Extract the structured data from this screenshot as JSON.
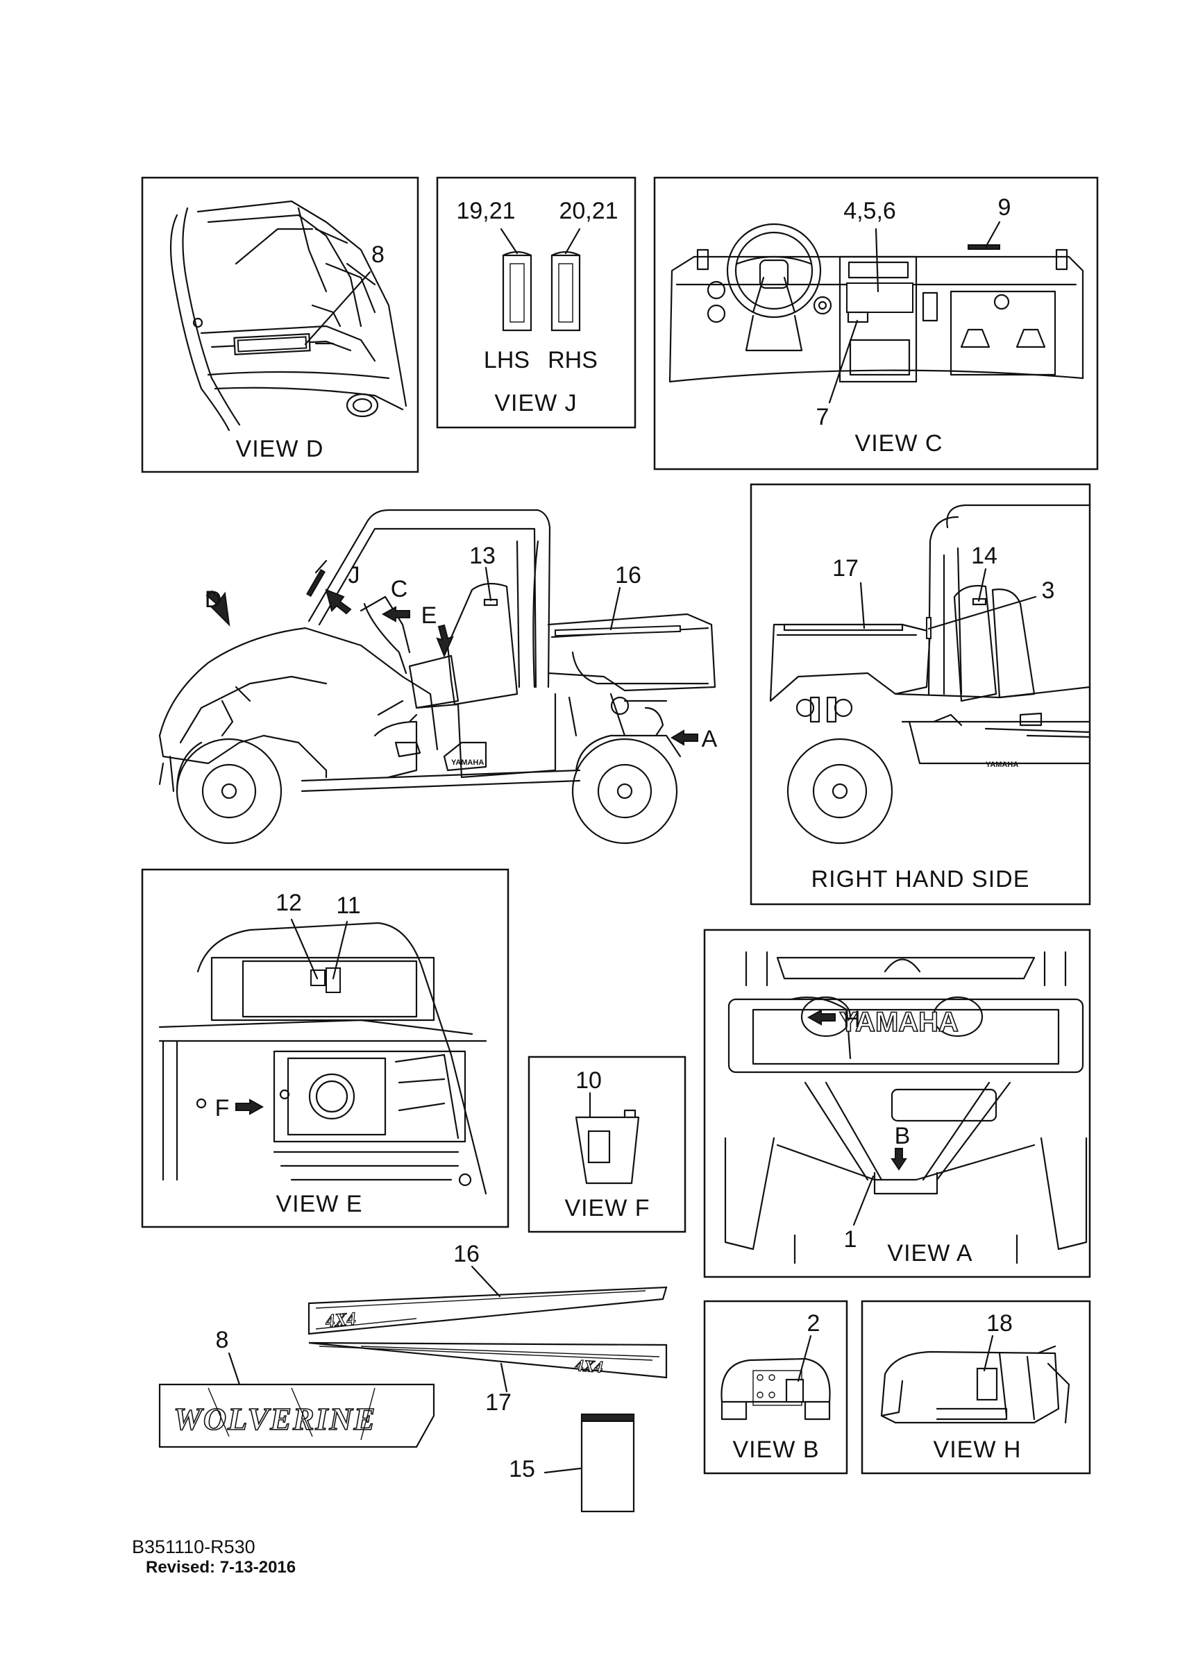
{
  "views": {
    "d": {
      "caption": "VIEW D",
      "callouts": [
        "8"
      ]
    },
    "j": {
      "caption": "VIEW J",
      "callouts": [
        "19,21",
        "20,21"
      ],
      "sides": [
        "LHS",
        "RHS"
      ]
    },
    "c": {
      "caption": "VIEW C",
      "callouts": [
        "4,5,6",
        "9",
        "7"
      ]
    },
    "main": {
      "callouts": [
        "13",
        "16",
        "D",
        "J",
        "C",
        "E",
        "A"
      ]
    },
    "rhs": {
      "caption": "RIGHT HAND SIDE",
      "callouts": [
        "14",
        "17",
        "3"
      ]
    },
    "e": {
      "caption": "VIEW E",
      "callouts": [
        "12",
        "11",
        "F"
      ]
    },
    "f": {
      "caption": "VIEW F",
      "callouts": [
        "10"
      ]
    },
    "a": {
      "caption": "VIEW A",
      "callouts": [
        "H",
        "B",
        "1"
      ]
    },
    "b": {
      "caption": "VIEW B",
      "callouts": [
        "2"
      ]
    },
    "h": {
      "caption": "VIEW H",
      "callouts": [
        "18"
      ]
    },
    "loose": {
      "callouts": [
        "16",
        "17",
        "8",
        "15"
      ]
    }
  },
  "decal_text": {
    "wolverine": "WOLVERINE",
    "fourbyfour": "4X4",
    "yamaha": "YAMAHA"
  },
  "footer": {
    "code": "B351110-R530",
    "revised": "Revised: 7-13-2016"
  }
}
